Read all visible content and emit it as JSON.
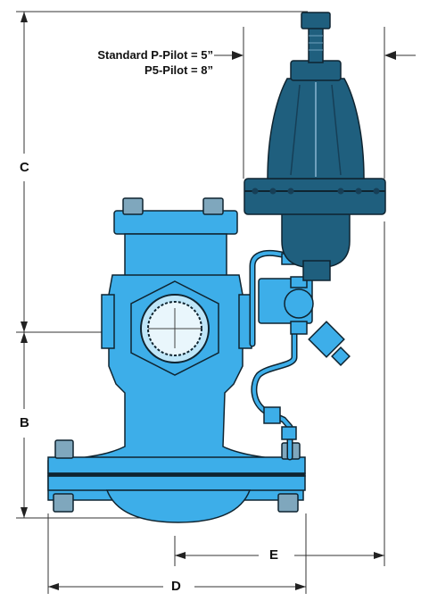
{
  "diagram": {
    "dimension_labels": {
      "b": "B",
      "c": "C",
      "d": "D",
      "e": "E"
    },
    "pilot_notes": {
      "standard": "Standard P-Pilot = 5”",
      "p5": "P5-Pilot = 8”"
    },
    "colors": {
      "body": "#3daee9",
      "body_dark": "#1f7fb5",
      "pilot": "#1f5f7e",
      "pilot_dark": "#163f57",
      "outline": "#0f2430",
      "dim_line": "#333333"
    }
  }
}
